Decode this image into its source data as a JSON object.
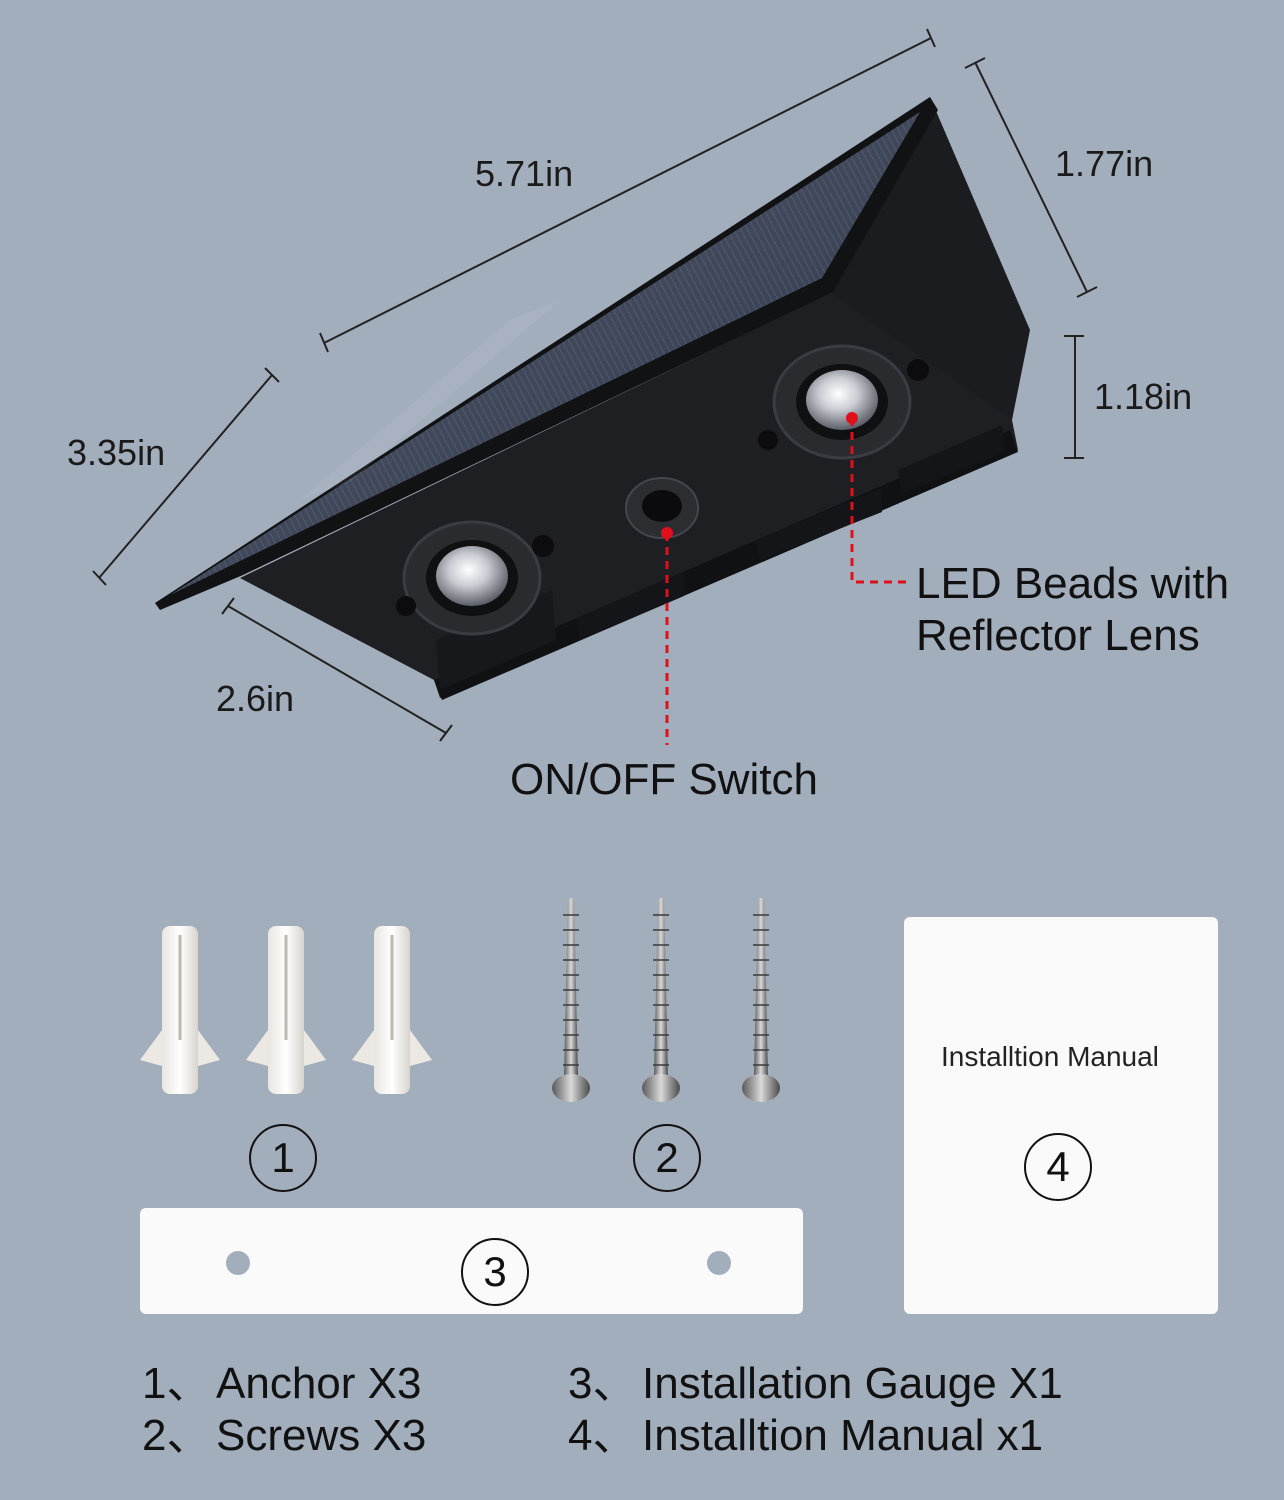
{
  "dimensions": {
    "length": "5.71in",
    "depth": "1.77in",
    "height": "1.18in",
    "width": "3.35in",
    "panel": "2.6in"
  },
  "callouts": {
    "led_line1": "LED Beads with",
    "led_line2": "Reflector Lens",
    "switch": "ON/OFF Switch"
  },
  "accessories": {
    "anchor_num": "1",
    "screw_num": "2",
    "gauge_num": "3",
    "manual_num": "4",
    "manual_title": "Installtion Manual"
  },
  "list": [
    {
      "num": "1、",
      "text": "Anchor X3"
    },
    {
      "num": "2、",
      "text": "Screws X3"
    },
    {
      "num": "3、",
      "text": "Installation Gauge X1"
    },
    {
      "num": "4、",
      "text": "Installtion Manual x1"
    }
  ],
  "colors": {
    "background": "#a3aebd",
    "callout_line": "#e0101a",
    "device_body": "#1c1d20",
    "solar_panel": "#2a3345"
  }
}
